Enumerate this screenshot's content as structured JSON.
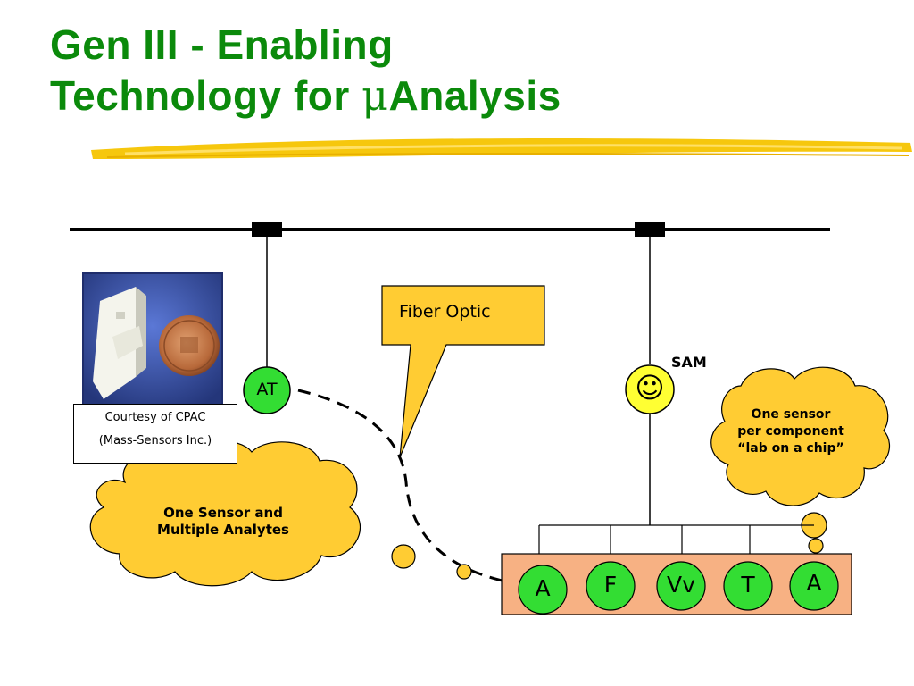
{
  "title": {
    "line1": "Gen III - Enabling",
    "line2_prefix": "Technology for ",
    "mu": "μ",
    "line2_suffix": "Analysis"
  },
  "callout": {
    "label": "Fiber Optic"
  },
  "sensor_at": {
    "label": "AT"
  },
  "sensor_sam": {
    "label": "SAM",
    "symbol": "☺"
  },
  "courtesy": {
    "line1": "Courtesy of CPAC",
    "line2": "(Mass-Sensors Inc.)"
  },
  "cloud_left": {
    "line1": "One Sensor and",
    "line2": "Multiple Analytes"
  },
  "cloud_right": {
    "line1": "One sensor",
    "line2": "per component",
    "line3": "“lab on a chip”"
  },
  "chip": {
    "components": [
      "A",
      "F",
      "Vv",
      "T",
      "A"
    ]
  },
  "colors": {
    "title": "#0b8a0b",
    "callout_fill": "#ffcc33",
    "cloud_fill": "#ffcc33",
    "node_green": "#33dd33",
    "node_yellow": "#ffff33",
    "chip_fill": "#f7b183",
    "underline": "#f5c400"
  }
}
